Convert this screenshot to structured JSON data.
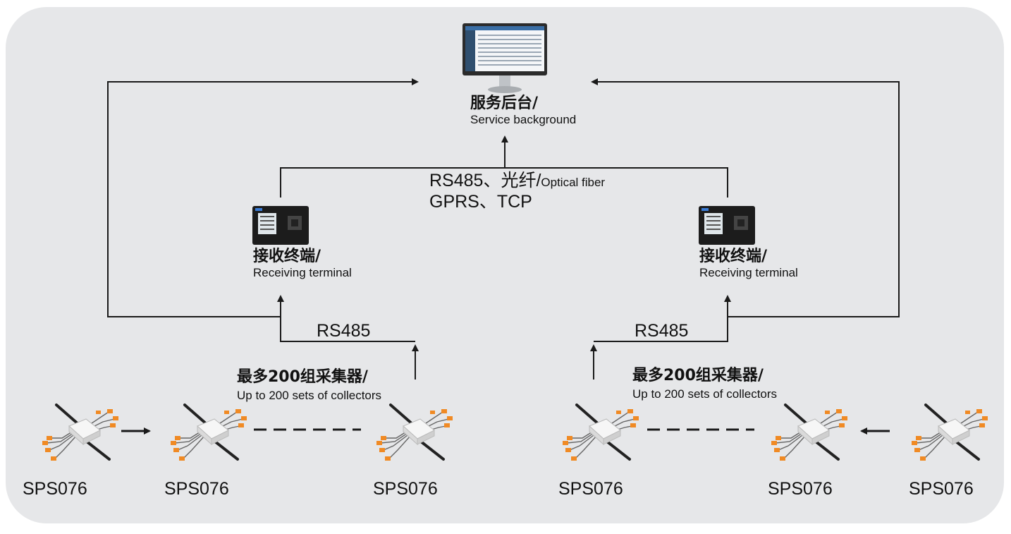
{
  "server": {
    "title_cn": "服务后台/",
    "title_en": "Service background"
  },
  "network": {
    "line1": "RS485、光纤/",
    "line1_small": "Optical fiber",
    "line2": "GPRS、TCP"
  },
  "terminals": [
    {
      "title_cn": "接收终端/",
      "title_en": "Receiving terminal"
    },
    {
      "title_cn": "接收终端/",
      "title_en": "Receiving terminal"
    }
  ],
  "bus_labels": [
    "RS485",
    "RS485"
  ],
  "collector_groups": [
    {
      "title_cn": "最多200组采集器/",
      "title_en": "Up to 200 sets of collectors"
    },
    {
      "title_cn": "最多200组采集器/",
      "title_en": "Up to 200 sets of collectors"
    }
  ],
  "collectors": [
    "SPS076",
    "SPS076",
    "SPS076",
    "SPS076",
    "SPS076",
    "SPS076"
  ],
  "colors": {
    "panel": "#e6e7e9",
    "line": "#1a1a1a",
    "accent": "#f08a24"
  }
}
